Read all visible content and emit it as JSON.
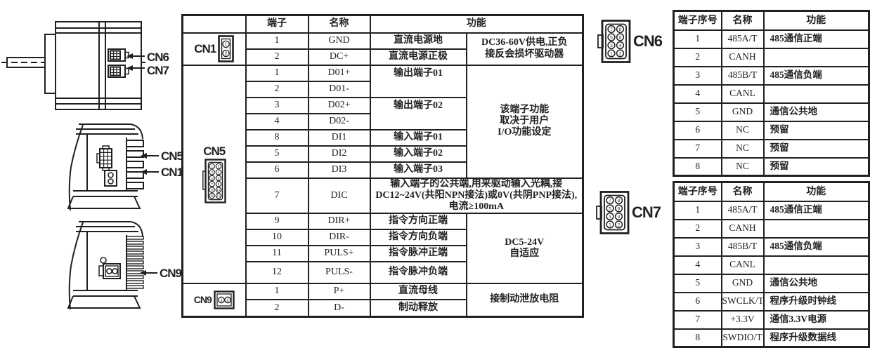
{
  "colors": {
    "ink": "#231f20",
    "bg": "#ffffff"
  },
  "diagram": {
    "cn6_label": "CN6",
    "cn7_label": "CN7",
    "cn5_label": "CN5",
    "cn1_label": "CN1",
    "cn9_label": "CN9"
  },
  "main_table": {
    "col_headers": [
      "端子",
      "名称",
      "功能"
    ],
    "cn1": {
      "label": "CN1",
      "pins": [
        {
          "no": "1",
          "name": "GND",
          "func": "直流电源地"
        },
        {
          "no": "2",
          "name": "DC+",
          "func": "直流电源正极"
        }
      ],
      "note_l1": "DC36-60V供电,正负",
      "note_l2": "接反会损坏驱动器"
    },
    "cn5": {
      "label": "CN5",
      "pins": [
        {
          "no": "1",
          "name": "D01+"
        },
        {
          "no": "2",
          "name": "D01-"
        },
        {
          "no": "3",
          "name": "D02+"
        },
        {
          "no": "4",
          "name": "D02-"
        },
        {
          "no": "8",
          "name": "DI1",
          "func": "输入端子01"
        },
        {
          "no": "5",
          "name": "DI2",
          "func": "输入端子02"
        },
        {
          "no": "6",
          "name": "DI3",
          "func": "输入端子03"
        },
        {
          "no": "7",
          "name": "DIC"
        },
        {
          "no": "9",
          "name": "DIR+",
          "func": "指令方向正端"
        },
        {
          "no": "10",
          "name": "DIR-",
          "func": "指令方向负端"
        },
        {
          "no": "11",
          "name": "PULS+",
          "func": "指令脉冲正端"
        },
        {
          "no": "12",
          "name": "PULS-",
          "func": "指令脉冲负端"
        }
      ],
      "out1_func": "输出端子01",
      "out2_func": "输出端子02",
      "io_note_l1": "该端子功能",
      "io_note_l2": "取决于用户",
      "io_note_l3": "I/O功能设定",
      "dic_l1": "输入端子的公共端,用来驱动输入光耦,接",
      "dic_l2": "DC12~24V(共阳NPN接法)或0V(共阴PNP接法),",
      "dic_l3": "电流≥100mA",
      "pulse_l1": "DC5-24V",
      "pulse_l2": "自适应"
    },
    "cn9": {
      "label": "CN9",
      "pins": [
        {
          "no": "1",
          "name": "P+",
          "func": "直流母线"
        },
        {
          "no": "2",
          "name": "D-",
          "func": "制动释放"
        }
      ],
      "note": "接制动泄放电阻"
    }
  },
  "cn6_table": {
    "label": "CN6",
    "col_headers": [
      "端子序号",
      "名称",
      "功能"
    ],
    "rows": [
      {
        "no": "1",
        "name": "485A/T",
        "func": "485通信正端"
      },
      {
        "no": "2",
        "name": "CANH",
        "func": ""
      },
      {
        "no": "3",
        "name": "485B/T",
        "func": "485通信负端"
      },
      {
        "no": "4",
        "name": "CANL",
        "func": ""
      },
      {
        "no": "5",
        "name": "GND",
        "func": "通信公共地"
      },
      {
        "no": "6",
        "name": "NC",
        "func": "预留"
      },
      {
        "no": "7",
        "name": "NC",
        "func": "预留"
      },
      {
        "no": "8",
        "name": "NC",
        "func": "预留"
      }
    ]
  },
  "cn7_table": {
    "label": "CN7",
    "col_headers": [
      "端子序号",
      "名称",
      "功能"
    ],
    "rows": [
      {
        "no": "1",
        "name": "485A/T",
        "func": "485通信正端"
      },
      {
        "no": "2",
        "name": "CANH",
        "func": ""
      },
      {
        "no": "3",
        "name": "485B/T",
        "func": "485通信负端"
      },
      {
        "no": "4",
        "name": "CANL",
        "func": ""
      },
      {
        "no": "5",
        "name": "GND",
        "func": "通信公共地"
      },
      {
        "no": "6",
        "name": "SWCLK/T",
        "func": "程序升级时钟线"
      },
      {
        "no": "7",
        "name": "+3.3V",
        "func": "通信3.3V电源"
      },
      {
        "no": "8",
        "name": "SWDIO/T",
        "func": "程序升级数据线"
      }
    ]
  },
  "icons": {
    "cn1_pins": [
      "1",
      "2"
    ],
    "cn9_pins": [
      "1",
      "2"
    ],
    "cn5_pins": [
      "1",
      "2",
      "3",
      "4",
      "5",
      "6",
      "7",
      "8",
      "9",
      "10",
      "11",
      "12"
    ],
    "cn67_pins": [
      "7",
      "8",
      "5",
      "6",
      "3",
      "4",
      "1",
      "2"
    ]
  }
}
